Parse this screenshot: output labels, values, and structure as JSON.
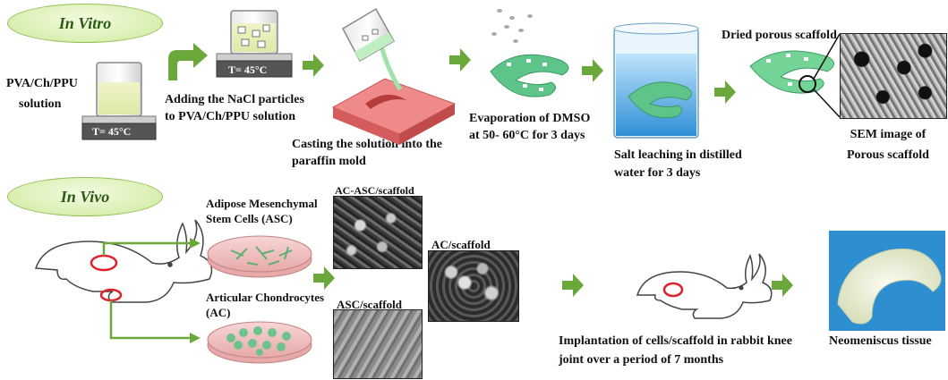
{
  "sections": {
    "in_vitro": "In Vitro",
    "in_vivo": "In Vivo"
  },
  "vitro": {
    "solution_label_1": "PVA/Ch/PPU",
    "solution_label_2": "solution",
    "temp_1": "T= 45°C",
    "temp_2": "T= 45°C",
    "adding_1": "Adding the NaCl particles",
    "adding_2": "to PVA/Ch/PPU solution",
    "casting_1": "Casting the solution into the",
    "casting_2": "paraffin mold",
    "evaporation_1": "Evaporation of DMSO",
    "evaporation_2": "at 50- 60°C  for 3 days",
    "leaching_1": "Salt leaching in distilled",
    "leaching_2": "water for 3 days",
    "dried": "Dried porous scaffold",
    "sem_1": "SEM image of",
    "sem_2": "Porous scaffold"
  },
  "vivo": {
    "asc_1": "Adipose Mesenchymal",
    "asc_2": "Stem Cells (ASC)",
    "ac_1": "Articular Chondrocytes",
    "ac_2": "(AC)",
    "ac_asc_scaffold": "AC-ASC/scaffold",
    "ac_scaffold": "AC/scaffold",
    "asc_scaffold": "ASC/scaffold",
    "implant_1": "Implantation of cells/scaffold in rabbit knee",
    "implant_2": "joint over a period of 7 months",
    "neomeniscus": "Neomeniscus tissue"
  },
  "colors": {
    "arrow_green": "#6aa83b",
    "pill_green": "#d8efb0",
    "mold_red": "#e56d6d",
    "scaffold_green": "#5fc48a",
    "water_blue": "#4aa3df",
    "circle_red": "#e0202a"
  }
}
